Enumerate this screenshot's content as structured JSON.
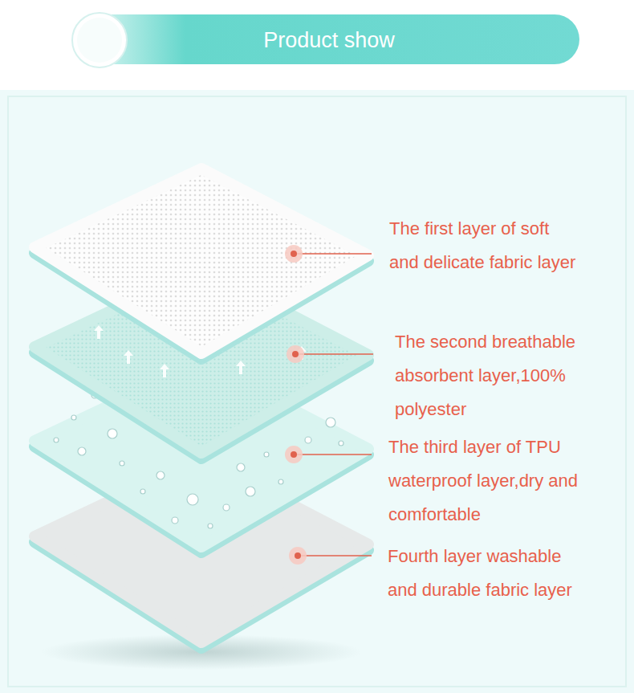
{
  "diagram": {
    "title": "Product show",
    "labels": [
      "The first layer of soft and delicate fabric layer",
      "The second breathable absorbent layer,100% polyester",
      "The third layer of TPU waterproof layer,dry and comfortable",
      "Fourth layer washable and durable fabric layer"
    ]
  }
}
